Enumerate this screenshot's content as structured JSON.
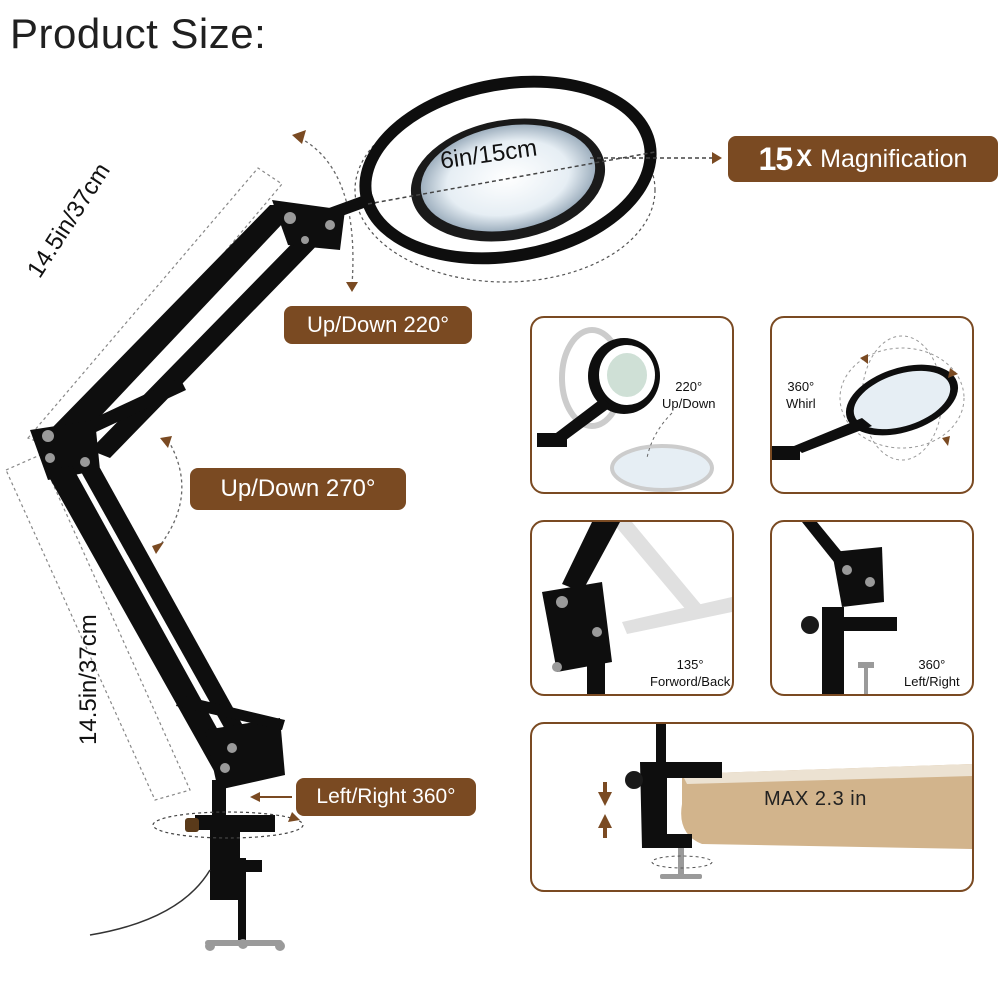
{
  "title": "Product Size:",
  "labels": {
    "lens_size": "6in/15cm",
    "arm_upper": "14.5in/37cm",
    "arm_lower": "14.5in/37cm",
    "magnification_number": "15",
    "magnification_x": "X",
    "magnification_text": "Magnification",
    "up_down_220": "Up/Down 220°",
    "up_down_270": "Up/Down 270°",
    "left_right_360": "Left/Right 360°"
  },
  "panels": {
    "p1": {
      "angle": "220°",
      "motion": "Up/Down"
    },
    "p2": {
      "angle": "360°",
      "motion": "Whirl"
    },
    "p3": {
      "angle": "135°",
      "motion": "Forword/Back"
    },
    "p4": {
      "angle": "360°",
      "motion": "Left/Right"
    },
    "p5": {
      "text": "MAX 2.3 in"
    }
  },
  "colors": {
    "accent": "#7a4a22",
    "lamp_body": "#0e0e0e",
    "lens_glow": "#dde8ef",
    "desk_wood": "#d2b48c"
  }
}
